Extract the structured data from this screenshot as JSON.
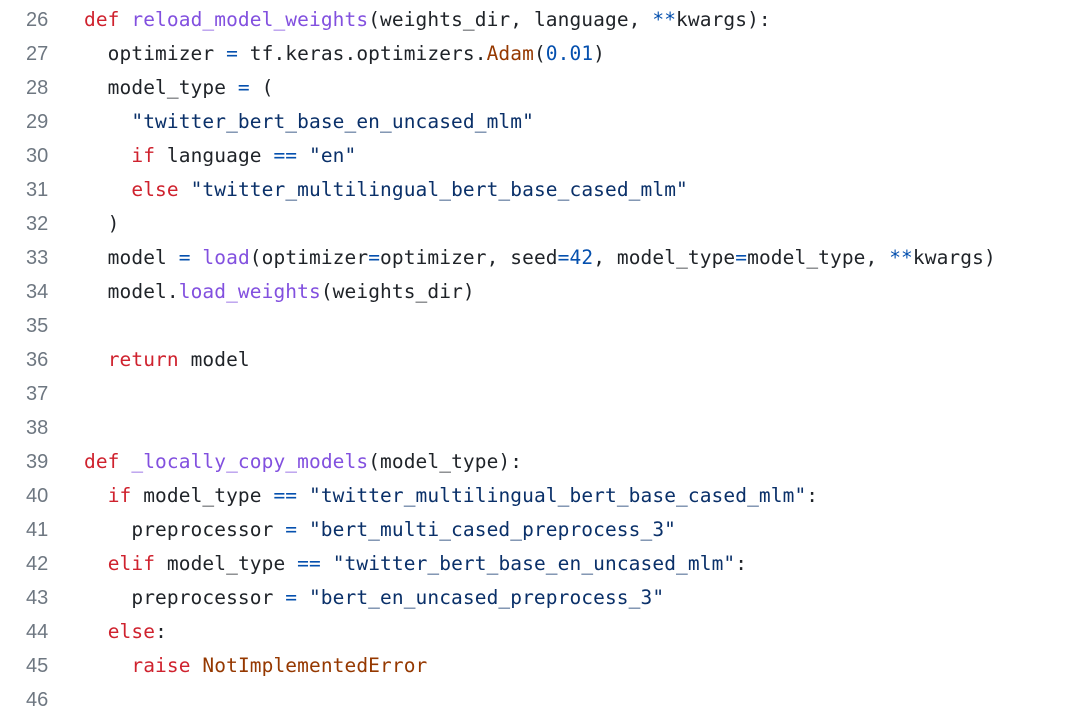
{
  "colors": {
    "keyword": "#cf222e",
    "function": "#8250df",
    "string": "#0a3069",
    "operator": "#0550ae",
    "number": "#0550ae",
    "class": "#953800",
    "text": "#1f2328",
    "line_number": "#6e7781",
    "background": "#ffffff"
  },
  "code": {
    "lines": [
      {
        "n": "26",
        "tokens": [
          [
            "kw",
            "def"
          ],
          [
            "plain",
            " "
          ],
          [
            "fn",
            "reload_model_weights"
          ],
          [
            "plain",
            "(weights_dir, language, "
          ],
          [
            "op",
            "**"
          ],
          [
            "plain",
            "kwargs):"
          ]
        ]
      },
      {
        "n": "27",
        "tokens": [
          [
            "plain",
            "  optimizer "
          ],
          [
            "op",
            "="
          ],
          [
            "plain",
            " tf.keras.optimizers."
          ],
          [
            "cls",
            "Adam"
          ],
          [
            "plain",
            "("
          ],
          [
            "num",
            "0.01"
          ],
          [
            "plain",
            ")"
          ]
        ]
      },
      {
        "n": "28",
        "tokens": [
          [
            "plain",
            "  model_type "
          ],
          [
            "op",
            "="
          ],
          [
            "plain",
            " ("
          ]
        ]
      },
      {
        "n": "29",
        "tokens": [
          [
            "plain",
            "    "
          ],
          [
            "str",
            "\"twitter_bert_base_en_uncased_mlm\""
          ]
        ]
      },
      {
        "n": "30",
        "tokens": [
          [
            "plain",
            "    "
          ],
          [
            "kw",
            "if"
          ],
          [
            "plain",
            " language "
          ],
          [
            "op",
            "=="
          ],
          [
            "plain",
            " "
          ],
          [
            "str",
            "\"en\""
          ]
        ]
      },
      {
        "n": "31",
        "tokens": [
          [
            "plain",
            "    "
          ],
          [
            "kw",
            "else"
          ],
          [
            "plain",
            " "
          ],
          [
            "str",
            "\"twitter_multilingual_bert_base_cased_mlm\""
          ]
        ]
      },
      {
        "n": "32",
        "tokens": [
          [
            "plain",
            "  )"
          ]
        ]
      },
      {
        "n": "33",
        "tokens": [
          [
            "plain",
            "  model "
          ],
          [
            "op",
            "="
          ],
          [
            "plain",
            " "
          ],
          [
            "fn",
            "load"
          ],
          [
            "plain",
            "(optimizer"
          ],
          [
            "op",
            "="
          ],
          [
            "plain",
            "optimizer, seed"
          ],
          [
            "op",
            "="
          ],
          [
            "num",
            "42"
          ],
          [
            "plain",
            ", model_type"
          ],
          [
            "op",
            "="
          ],
          [
            "plain",
            "model_type, "
          ],
          [
            "op",
            "**"
          ],
          [
            "plain",
            "kwargs)"
          ]
        ]
      },
      {
        "n": "34",
        "tokens": [
          [
            "plain",
            "  model."
          ],
          [
            "fn",
            "load_weights"
          ],
          [
            "plain",
            "(weights_dir)"
          ]
        ]
      },
      {
        "n": "35",
        "tokens": []
      },
      {
        "n": "36",
        "tokens": [
          [
            "plain",
            "  "
          ],
          [
            "kw",
            "return"
          ],
          [
            "plain",
            " model"
          ]
        ]
      },
      {
        "n": "37",
        "tokens": []
      },
      {
        "n": "38",
        "tokens": []
      },
      {
        "n": "39",
        "tokens": [
          [
            "kw",
            "def"
          ],
          [
            "plain",
            " "
          ],
          [
            "fn",
            "_locally_copy_models"
          ],
          [
            "plain",
            "(model_type):"
          ]
        ]
      },
      {
        "n": "40",
        "tokens": [
          [
            "plain",
            "  "
          ],
          [
            "kw",
            "if"
          ],
          [
            "plain",
            " model_type "
          ],
          [
            "op",
            "=="
          ],
          [
            "plain",
            " "
          ],
          [
            "str",
            "\"twitter_multilingual_bert_base_cased_mlm\""
          ],
          [
            "plain",
            ":"
          ]
        ]
      },
      {
        "n": "41",
        "tokens": [
          [
            "plain",
            "    preprocessor "
          ],
          [
            "op",
            "="
          ],
          [
            "plain",
            " "
          ],
          [
            "str",
            "\"bert_multi_cased_preprocess_3\""
          ]
        ]
      },
      {
        "n": "42",
        "tokens": [
          [
            "plain",
            "  "
          ],
          [
            "kw",
            "elif"
          ],
          [
            "plain",
            " model_type "
          ],
          [
            "op",
            "=="
          ],
          [
            "plain",
            " "
          ],
          [
            "str",
            "\"twitter_bert_base_en_uncased_mlm\""
          ],
          [
            "plain",
            ":"
          ]
        ]
      },
      {
        "n": "43",
        "tokens": [
          [
            "plain",
            "    preprocessor "
          ],
          [
            "op",
            "="
          ],
          [
            "plain",
            " "
          ],
          [
            "str",
            "\"bert_en_uncased_preprocess_3\""
          ]
        ]
      },
      {
        "n": "44",
        "tokens": [
          [
            "plain",
            "  "
          ],
          [
            "kw",
            "else"
          ],
          [
            "plain",
            ":"
          ]
        ]
      },
      {
        "n": "45",
        "tokens": [
          [
            "plain",
            "    "
          ],
          [
            "kw",
            "raise"
          ],
          [
            "plain",
            " "
          ],
          [
            "cls",
            "NotImplementedError"
          ]
        ]
      },
      {
        "n": "46",
        "tokens": []
      }
    ]
  }
}
